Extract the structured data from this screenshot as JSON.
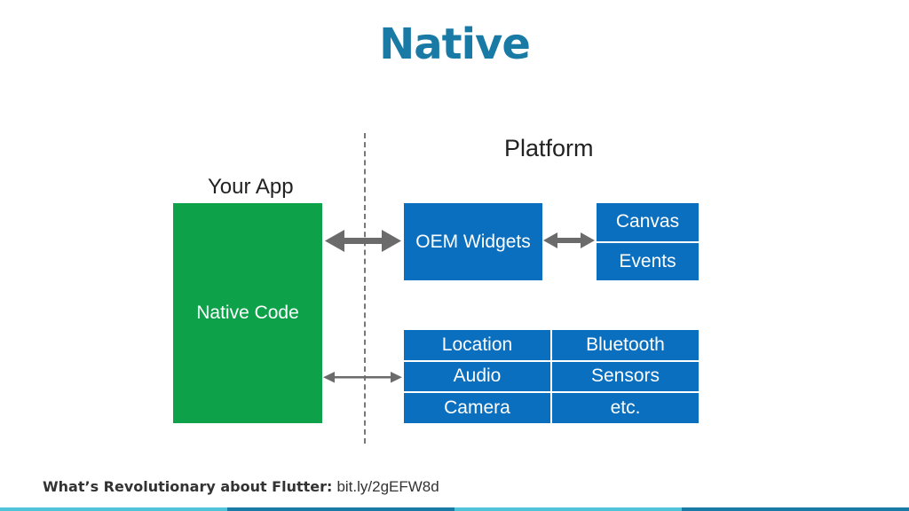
{
  "title": "Native",
  "diagram": {
    "your_app_label": "Your App",
    "platform_label": "Platform",
    "native_code": "Native Code",
    "oem_widgets": "OEM Widgets",
    "rendering_stack": [
      "Canvas",
      "Events"
    ],
    "services": [
      "Location",
      "Bluetooth",
      "Audio",
      "Sensors",
      "Camera",
      "etc."
    ]
  },
  "colors": {
    "title": "#1a7aa6",
    "native_code": "#0da24a",
    "platform_blue": "#0b6fbf",
    "arrow": "#666666"
  },
  "footer": {
    "reference_label": "What’s Revolutionary about Flutter:",
    "reference_link": "bit.ly/2gEFW8d"
  }
}
